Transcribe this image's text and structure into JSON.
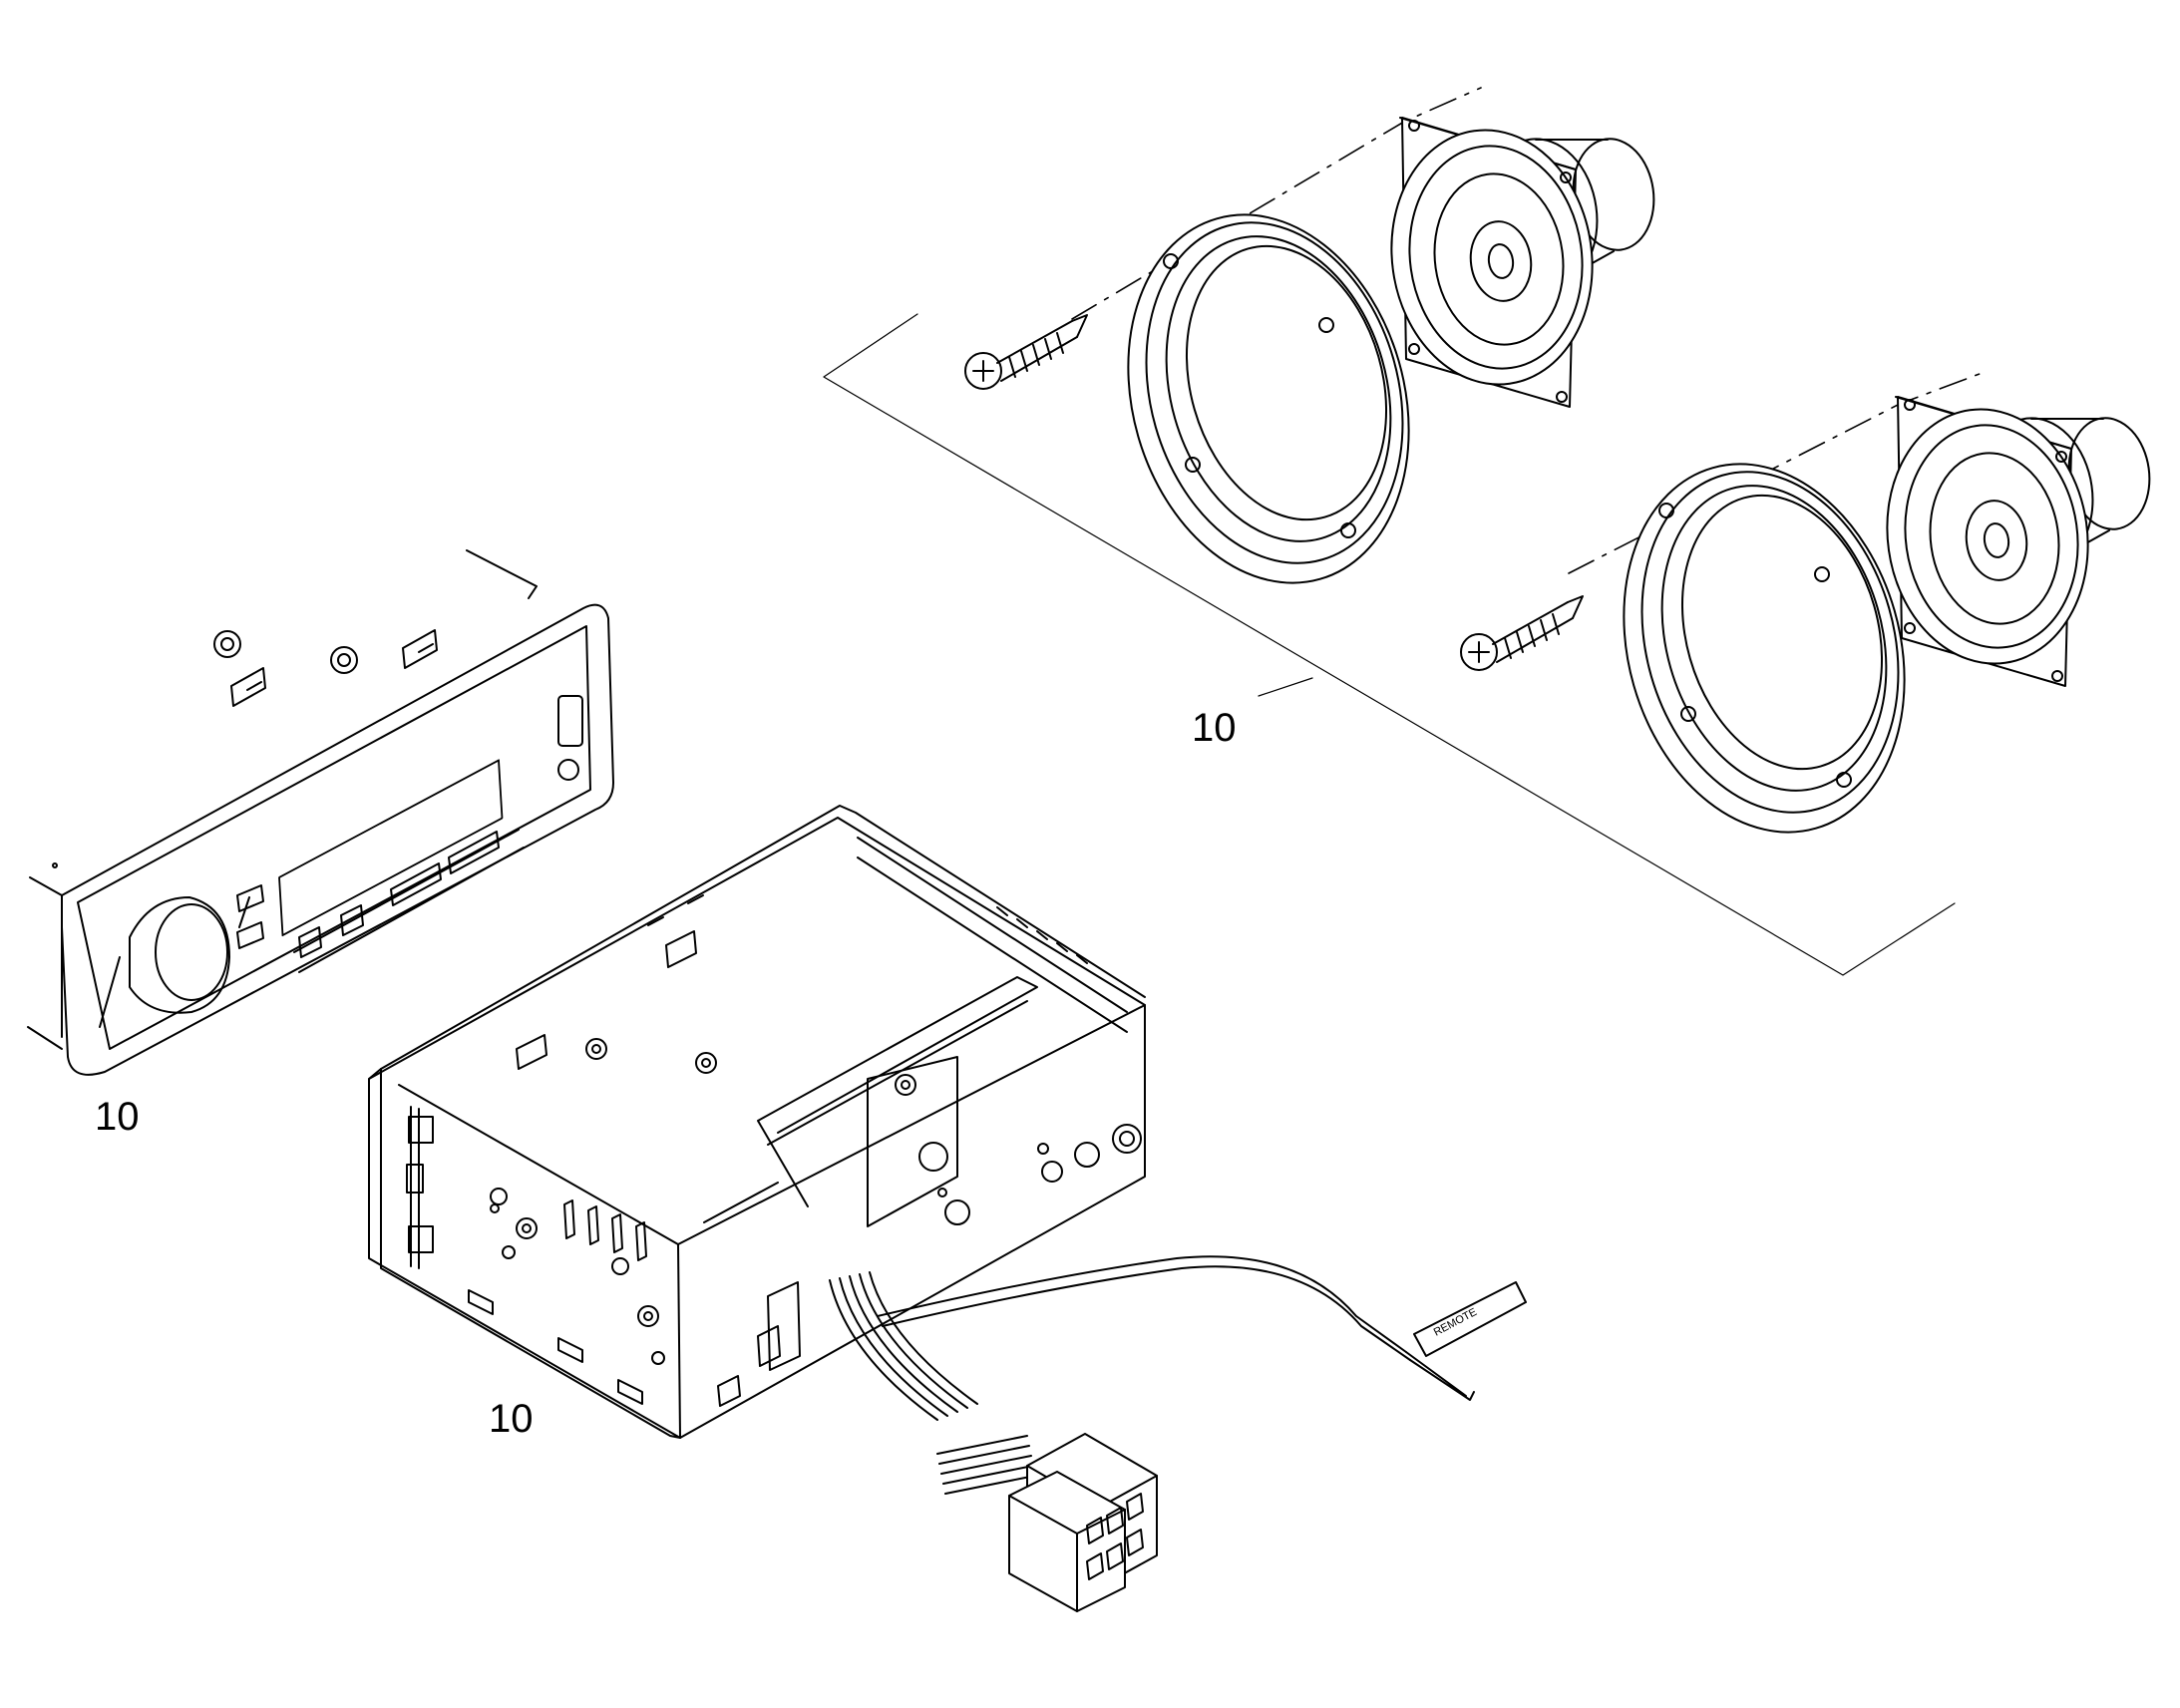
{
  "callouts": {
    "speakers": "10",
    "faceplate": "10",
    "head_unit": "10"
  },
  "wire_tag": "REMOTE"
}
